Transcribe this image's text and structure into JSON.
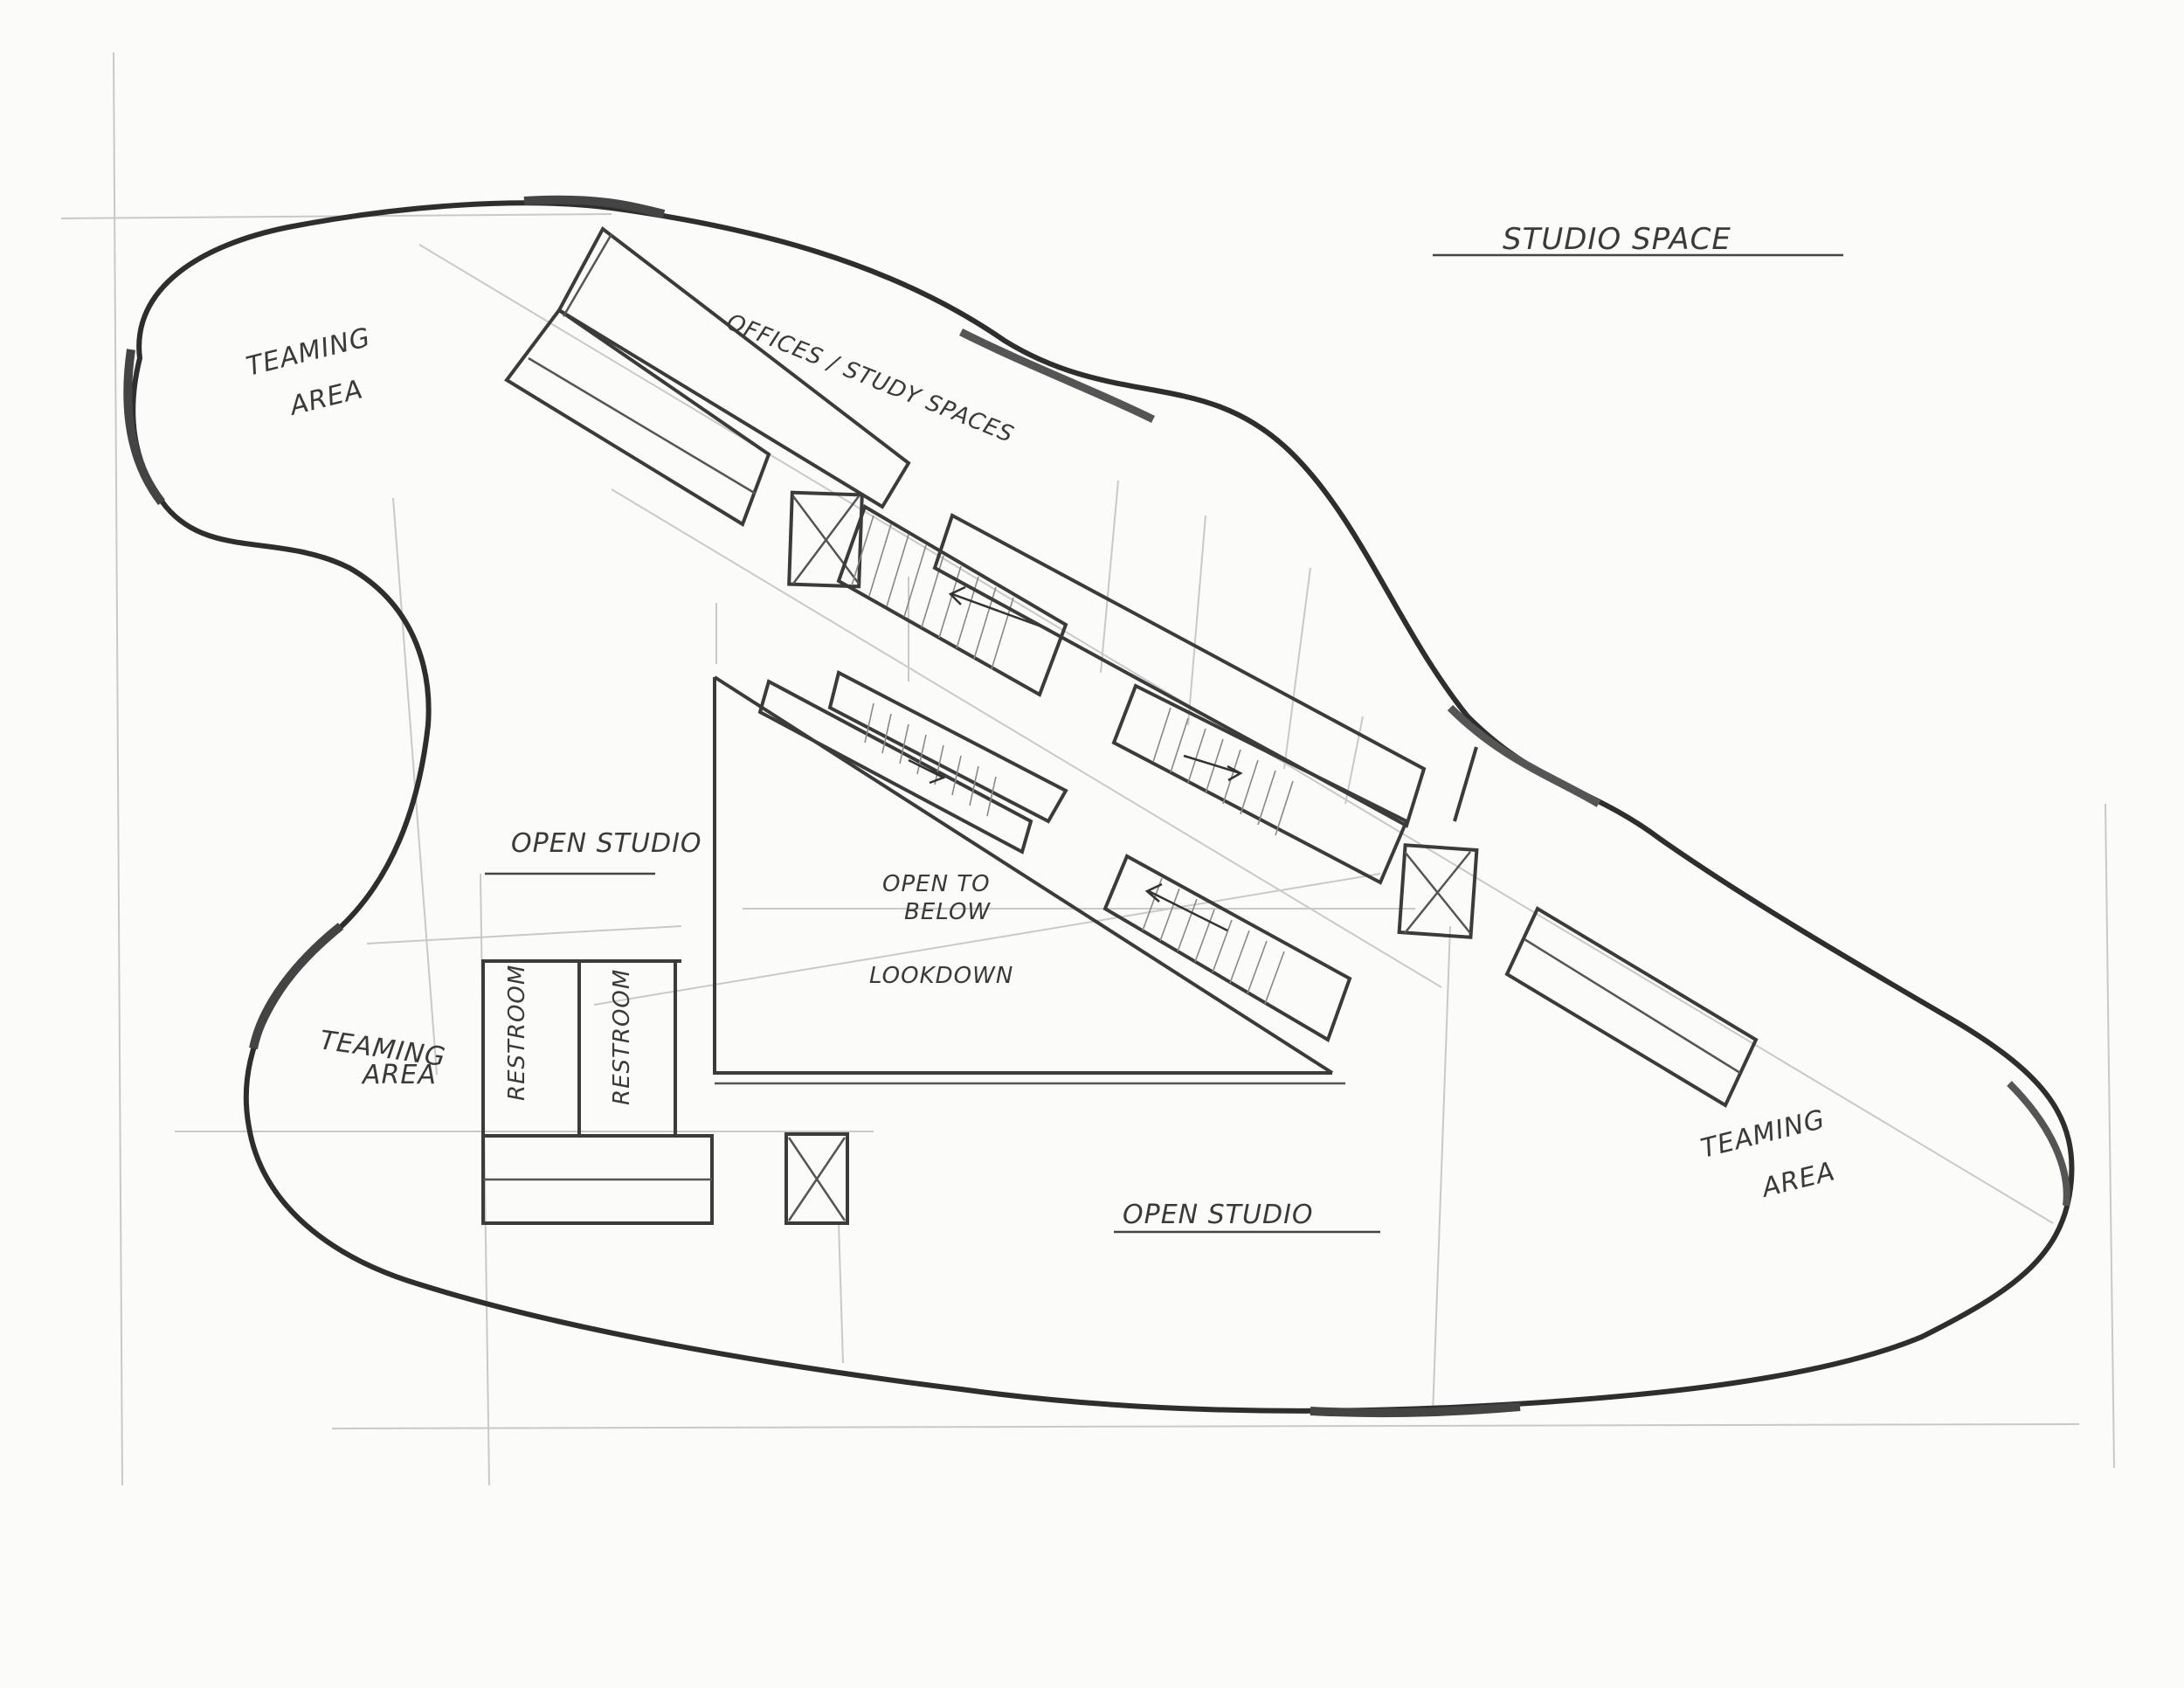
{
  "title": "STUDIO SPACE",
  "labels": {
    "teaming_area_top_left": [
      "TEAMING",
      "AREA"
    ],
    "offices_study": "OFFICES / STUDY SPACES",
    "open_studio_left": "OPEN STUDIO",
    "open_to_below": [
      "OPEN TO",
      "BELOW"
    ],
    "lookdown": "LOOKDOWN",
    "teaming_area_bottom_left": [
      "TEAMING",
      "AREA"
    ],
    "restroom_1": "RESTROOM",
    "restroom_2": "RESTROOM",
    "open_studio_bottom": "OPEN STUDIO",
    "teaming_area_right": [
      "TEAMING",
      "AREA"
    ]
  },
  "colors": {
    "paper": "#fbfbfa",
    "pencil": "#3b3b3b",
    "guide": "#c9c9c9"
  }
}
